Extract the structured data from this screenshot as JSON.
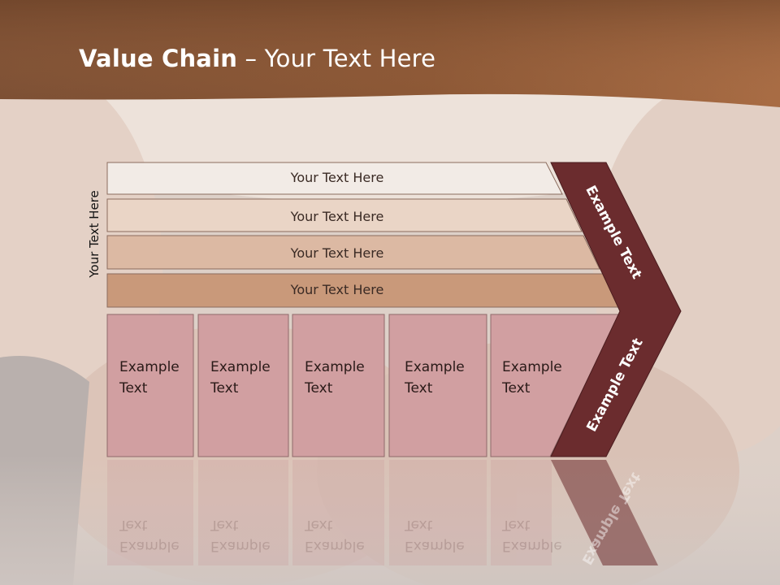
{
  "slide": {
    "title_bold": "Value Chain",
    "title_rest": " – Your Text Here",
    "vertical_label": "Your Text Here",
    "rows": [
      "Your Text Here",
      "Your Text Here",
      "Your Text Here",
      "Your Text Here"
    ],
    "cells": [
      {
        "line1": "Example",
        "line2": "Text"
      },
      {
        "line1": "Example",
        "line2": "Text"
      },
      {
        "line1": "Example",
        "line2": "Text"
      },
      {
        "line1": "Example",
        "line2": "Text"
      },
      {
        "line1": "Example",
        "line2": "Text"
      }
    ],
    "chevron_top": "Example Text",
    "chevron_bottom": "Example Text",
    "colors": {
      "header": "#8a5a3c",
      "row1": "#f2ebe6",
      "row2": "#ead5c6",
      "row3": "#dcb9a3",
      "row4": "#c9997a",
      "cell": "#d19fa1",
      "chevron": "#6b2c2e"
    }
  }
}
